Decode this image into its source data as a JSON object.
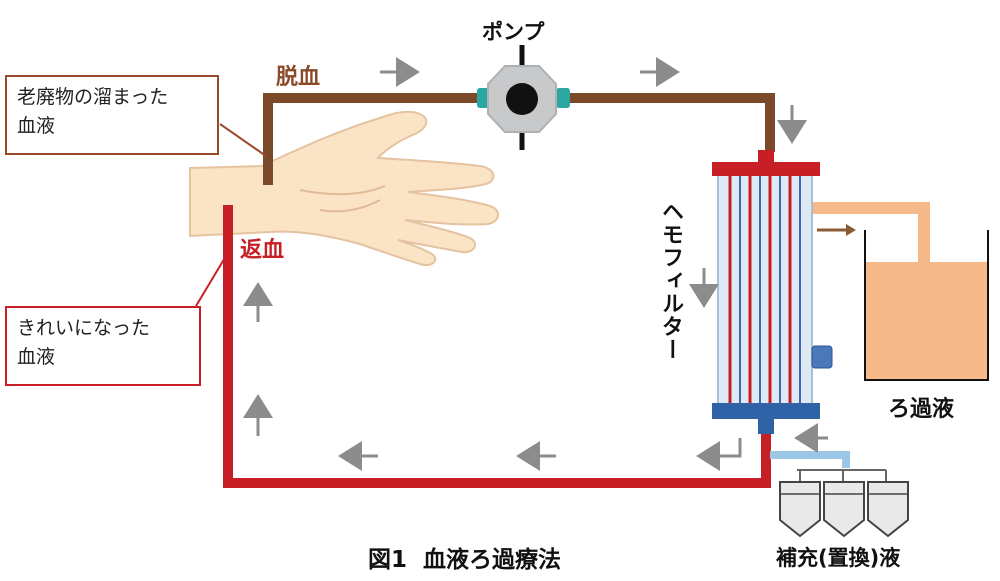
{
  "labels": {
    "pump": "ポンプ",
    "outflow": "脱血",
    "return": "返血",
    "waste_blood": [
      "老廃物の溜まった",
      "血液"
    ],
    "clean_blood": [
      "きれいになった",
      "血液"
    ],
    "hemofilter": "ヘモフィルター",
    "filtrate": "ろ過液",
    "replacement": "補充(置換)液",
    "caption": "図1  血液ろ過療法"
  },
  "colors": {
    "outflow_tube": "#7a4a2a",
    "return_tube": "#c81e26",
    "outflow_text": "#8a4a2a",
    "return_text": "#c81e26",
    "waste_box_border": "#9a4a2a",
    "clean_box_border": "#c81e26",
    "arrow": "#8c8c8c",
    "filtrate_fill": "#f6b98a",
    "replacement_fluid": "#e9e9ea",
    "filter_cap_top": "#c81e26",
    "filter_cap_bottom": "#2f62a6",
    "skin": "#fbe3c6"
  }
}
